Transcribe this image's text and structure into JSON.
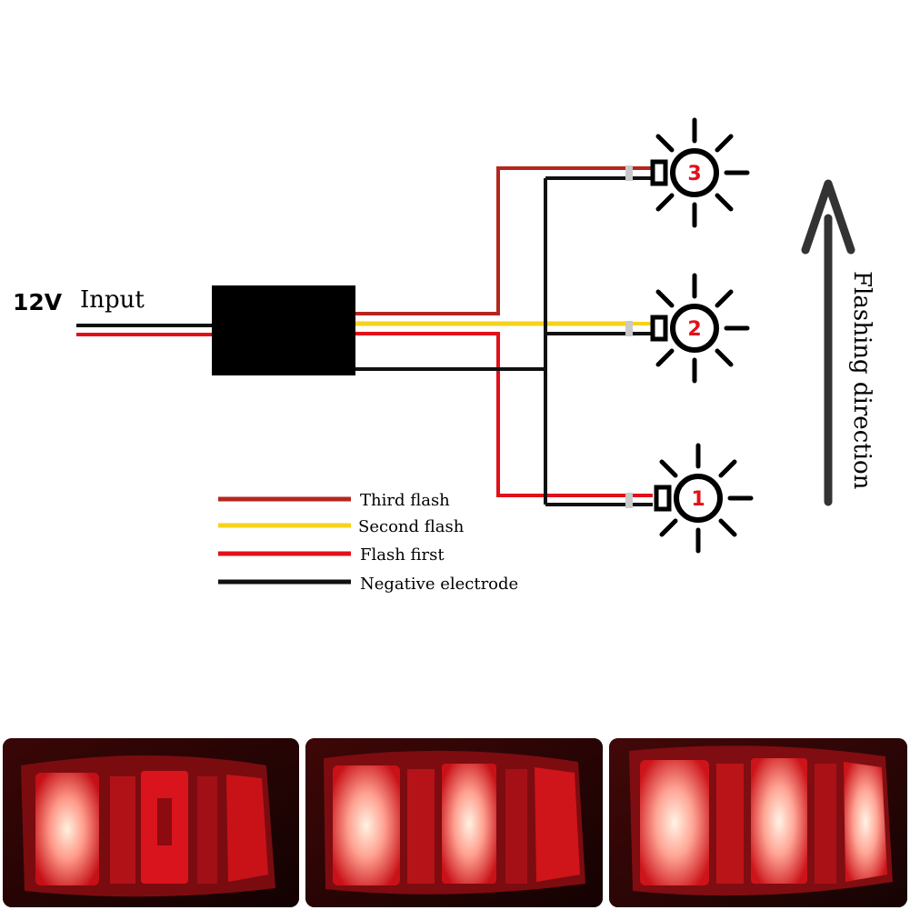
{
  "input": {
    "voltage": "12V",
    "label": "Input"
  },
  "bulbs": [
    {
      "number": "3"
    },
    {
      "number": "2"
    },
    {
      "number": "1"
    }
  ],
  "direction_label": "Flashing direction",
  "legend": [
    {
      "label": "Third flash",
      "color": "#b5261e"
    },
    {
      "label": "Second flash",
      "color": "#f7d21a"
    },
    {
      "label": "Flash first",
      "color": "#e2101a"
    },
    {
      "label": "Negative electrode",
      "color": "#111111"
    }
  ],
  "photos": [
    {
      "stage": "first lamp lit"
    },
    {
      "stage": "first and second lamps lit"
    },
    {
      "stage": "all three lamps lit"
    }
  ]
}
